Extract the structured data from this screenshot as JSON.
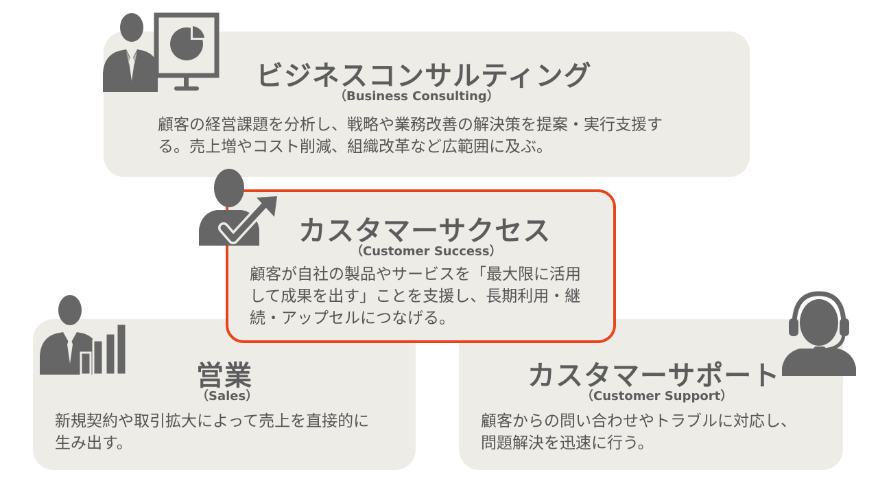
{
  "consulting": {
    "title": "ビジネスコンサルティング",
    "subtitle": "（Business Consulting）",
    "desc_line1": "顧客の経営課題を分析し、戦略や業務改善の解決策を提案・実行支援す",
    "desc_line2": "る。売上増やコスト削減、組織改革など広範囲に及ぶ。"
  },
  "success": {
    "title": "カスタマーサクセス",
    "subtitle": "（Customer Success）",
    "desc_line1": "顧客が自社の製品やサービスを「最大限に活用",
    "desc_line2": "して成果を出す」ことを支援し、長期利用・継",
    "desc_line3": "続・アップセルにつなげる。"
  },
  "sales": {
    "title": "営業",
    "subtitle": "（Sales）",
    "desc_line1": "新規契約や取引拡大によって売上を直接的に",
    "desc_line2": "生み出す。"
  },
  "support": {
    "title": "カスタマーサポート",
    "subtitle": "（Customer Support）",
    "desc_line1": "顧客からの問い合わせやトラブルに対応し、",
    "desc_line2": "問題解決を迅速に行う。"
  },
  "colors": {
    "card_bg": "#edece7",
    "highlight_border": "#e8451e",
    "icon_gray": "#666666",
    "text": "#5a5a5a"
  },
  "icons": {
    "consulting": "presenter-chart-icon",
    "success": "person-growth-arrow-icon",
    "sales": "businessman-bar-chart-icon",
    "support": "headset-operator-icon"
  }
}
